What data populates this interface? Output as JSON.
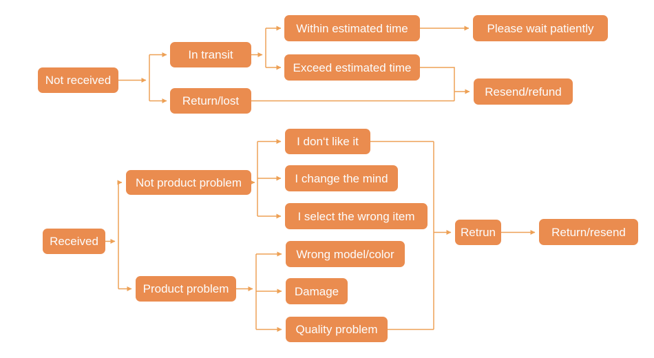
{
  "diagram": {
    "background": "#ffffff",
    "node_fill": "#ea8c4f",
    "node_text_color": "#fcfcfc",
    "connector_color": "#eda055",
    "nodes": {
      "not_received": {
        "label": "Not received"
      },
      "in_transit": {
        "label": "In transit"
      },
      "return_lost": {
        "label": "Return/lost"
      },
      "within_estimated_time": {
        "label": "Within estimated time"
      },
      "exceed_estimated_time": {
        "label": "Exceed estimated time"
      },
      "please_wait_patiently": {
        "label": "Please wait patiently"
      },
      "resend_refund": {
        "label": "Resend/refund"
      },
      "received": {
        "label": "Received"
      },
      "not_product_problem": {
        "label": "Not product problem"
      },
      "product_problem": {
        "label": "Product problem"
      },
      "i_dont_like_it": {
        "label": "I don‘t like it"
      },
      "i_change_the_mind": {
        "label": "I change the mind"
      },
      "i_select_the_wrong_item": {
        "label": "I select the wrong item"
      },
      "wrong_model_color": {
        "label": "Wrong model/color"
      },
      "damage": {
        "label": "Damage"
      },
      "quality_problem": {
        "label": "Quality problem"
      },
      "retrun": {
        "label": "Retrun"
      },
      "return_resend": {
        "label": "Return/resend"
      }
    },
    "edges": [
      {
        "from": "not_received",
        "to": "in_transit"
      },
      {
        "from": "not_received",
        "to": "return_lost"
      },
      {
        "from": "in_transit",
        "to": "within_estimated_time"
      },
      {
        "from": "in_transit",
        "to": "exceed_estimated_time"
      },
      {
        "from": "within_estimated_time",
        "to": "please_wait_patiently"
      },
      {
        "from": "exceed_estimated_time",
        "to": "resend_refund"
      },
      {
        "from": "return_lost",
        "to": "resend_refund"
      },
      {
        "from": "received",
        "to": "not_product_problem"
      },
      {
        "from": "received",
        "to": "product_problem"
      },
      {
        "from": "not_product_problem",
        "to": "i_dont_like_it"
      },
      {
        "from": "not_product_problem",
        "to": "i_change_the_mind"
      },
      {
        "from": "not_product_problem",
        "to": "i_select_the_wrong_item"
      },
      {
        "from": "product_problem",
        "to": "wrong_model_color"
      },
      {
        "from": "product_problem",
        "to": "damage"
      },
      {
        "from": "product_problem",
        "to": "quality_problem"
      },
      {
        "from": "i_dont_like_it",
        "to": "retrun"
      },
      {
        "from": "quality_problem",
        "to": "retrun"
      },
      {
        "from": "retrun",
        "to": "return_resend"
      }
    ]
  }
}
